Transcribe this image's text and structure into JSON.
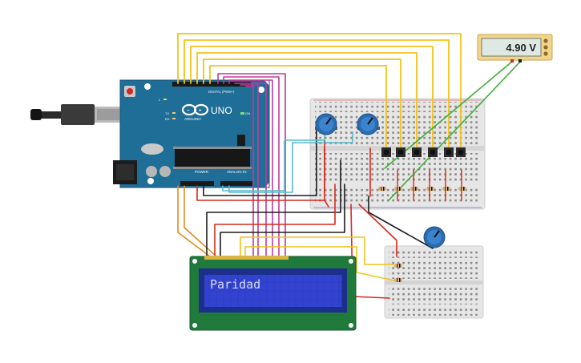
{
  "arduino": {
    "brand": "ARDUINO",
    "model": "UNO",
    "digital_header": "DIGITAL (PWM~)",
    "power_label": "POWER",
    "analog_label": "ANALOG IN",
    "led_tx": "TX",
    "led_rx": "RX",
    "led_l": "L",
    "led_on": "ON"
  },
  "multimeter": {
    "reading": "4.90 V"
  },
  "lcd": {
    "text": "Paridad"
  },
  "colors": {
    "arduino_board": "#1f6e97",
    "breadboard": "#e6e6e6",
    "lcd_pcb": "#1f7a3c",
    "lcd_screen": "#2f3fc7",
    "lcd_text": "#d8dcff",
    "wire_yellow": "#f2c417",
    "wire_magenta": "#c0399a",
    "wire_red": "#d9281c",
    "wire_black": "#1b1b1b",
    "wire_green": "#3fae3a",
    "wire_orange": "#e58a1e",
    "wire_cyan": "#58b9c9",
    "potentiometer": "#2a6cb0"
  }
}
